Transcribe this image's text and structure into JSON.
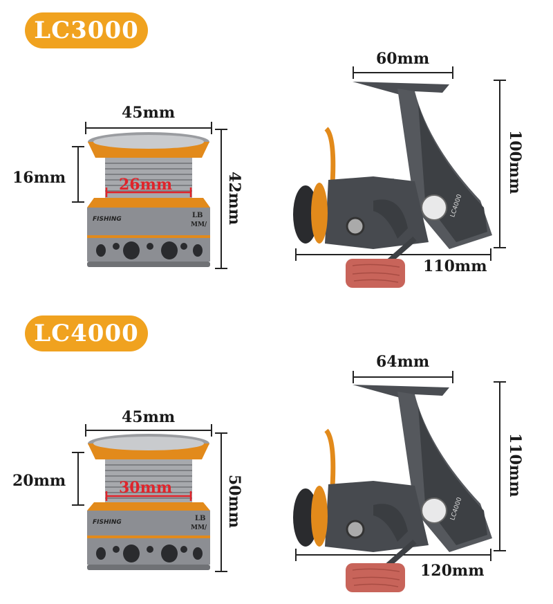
{
  "sections": [
    {
      "model": "LC3000",
      "spool": {
        "top_width": "45mm",
        "line_depth": "16mm",
        "inner_width": "26mm",
        "height": "42mm",
        "label_brand": "FISHING",
        "label_code": "LB",
        "label_unit": "MM/"
      },
      "reel": {
        "handle_width": "60mm",
        "height": "100mm",
        "length": "110mm",
        "body_label": "LC4000"
      }
    },
    {
      "model": "LC4000",
      "spool": {
        "top_width": "45mm",
        "line_depth": "20mm",
        "inner_width": "30mm",
        "height": "50mm",
        "label_brand": "FISHING",
        "label_code": "LB",
        "label_unit": "MM/"
      },
      "reel": {
        "handle_width": "64mm",
        "height": "110mm",
        "length": "120mm",
        "body_label": "LC4000"
      }
    }
  ],
  "colors": {
    "badge": "#f0a21f",
    "accent_red": "#e0242b",
    "spool_orange": "#e28a1b",
    "spool_gray": "#8c8e93",
    "reel_dark": "#4a4d52",
    "handle_wood": "#c8645a"
  }
}
